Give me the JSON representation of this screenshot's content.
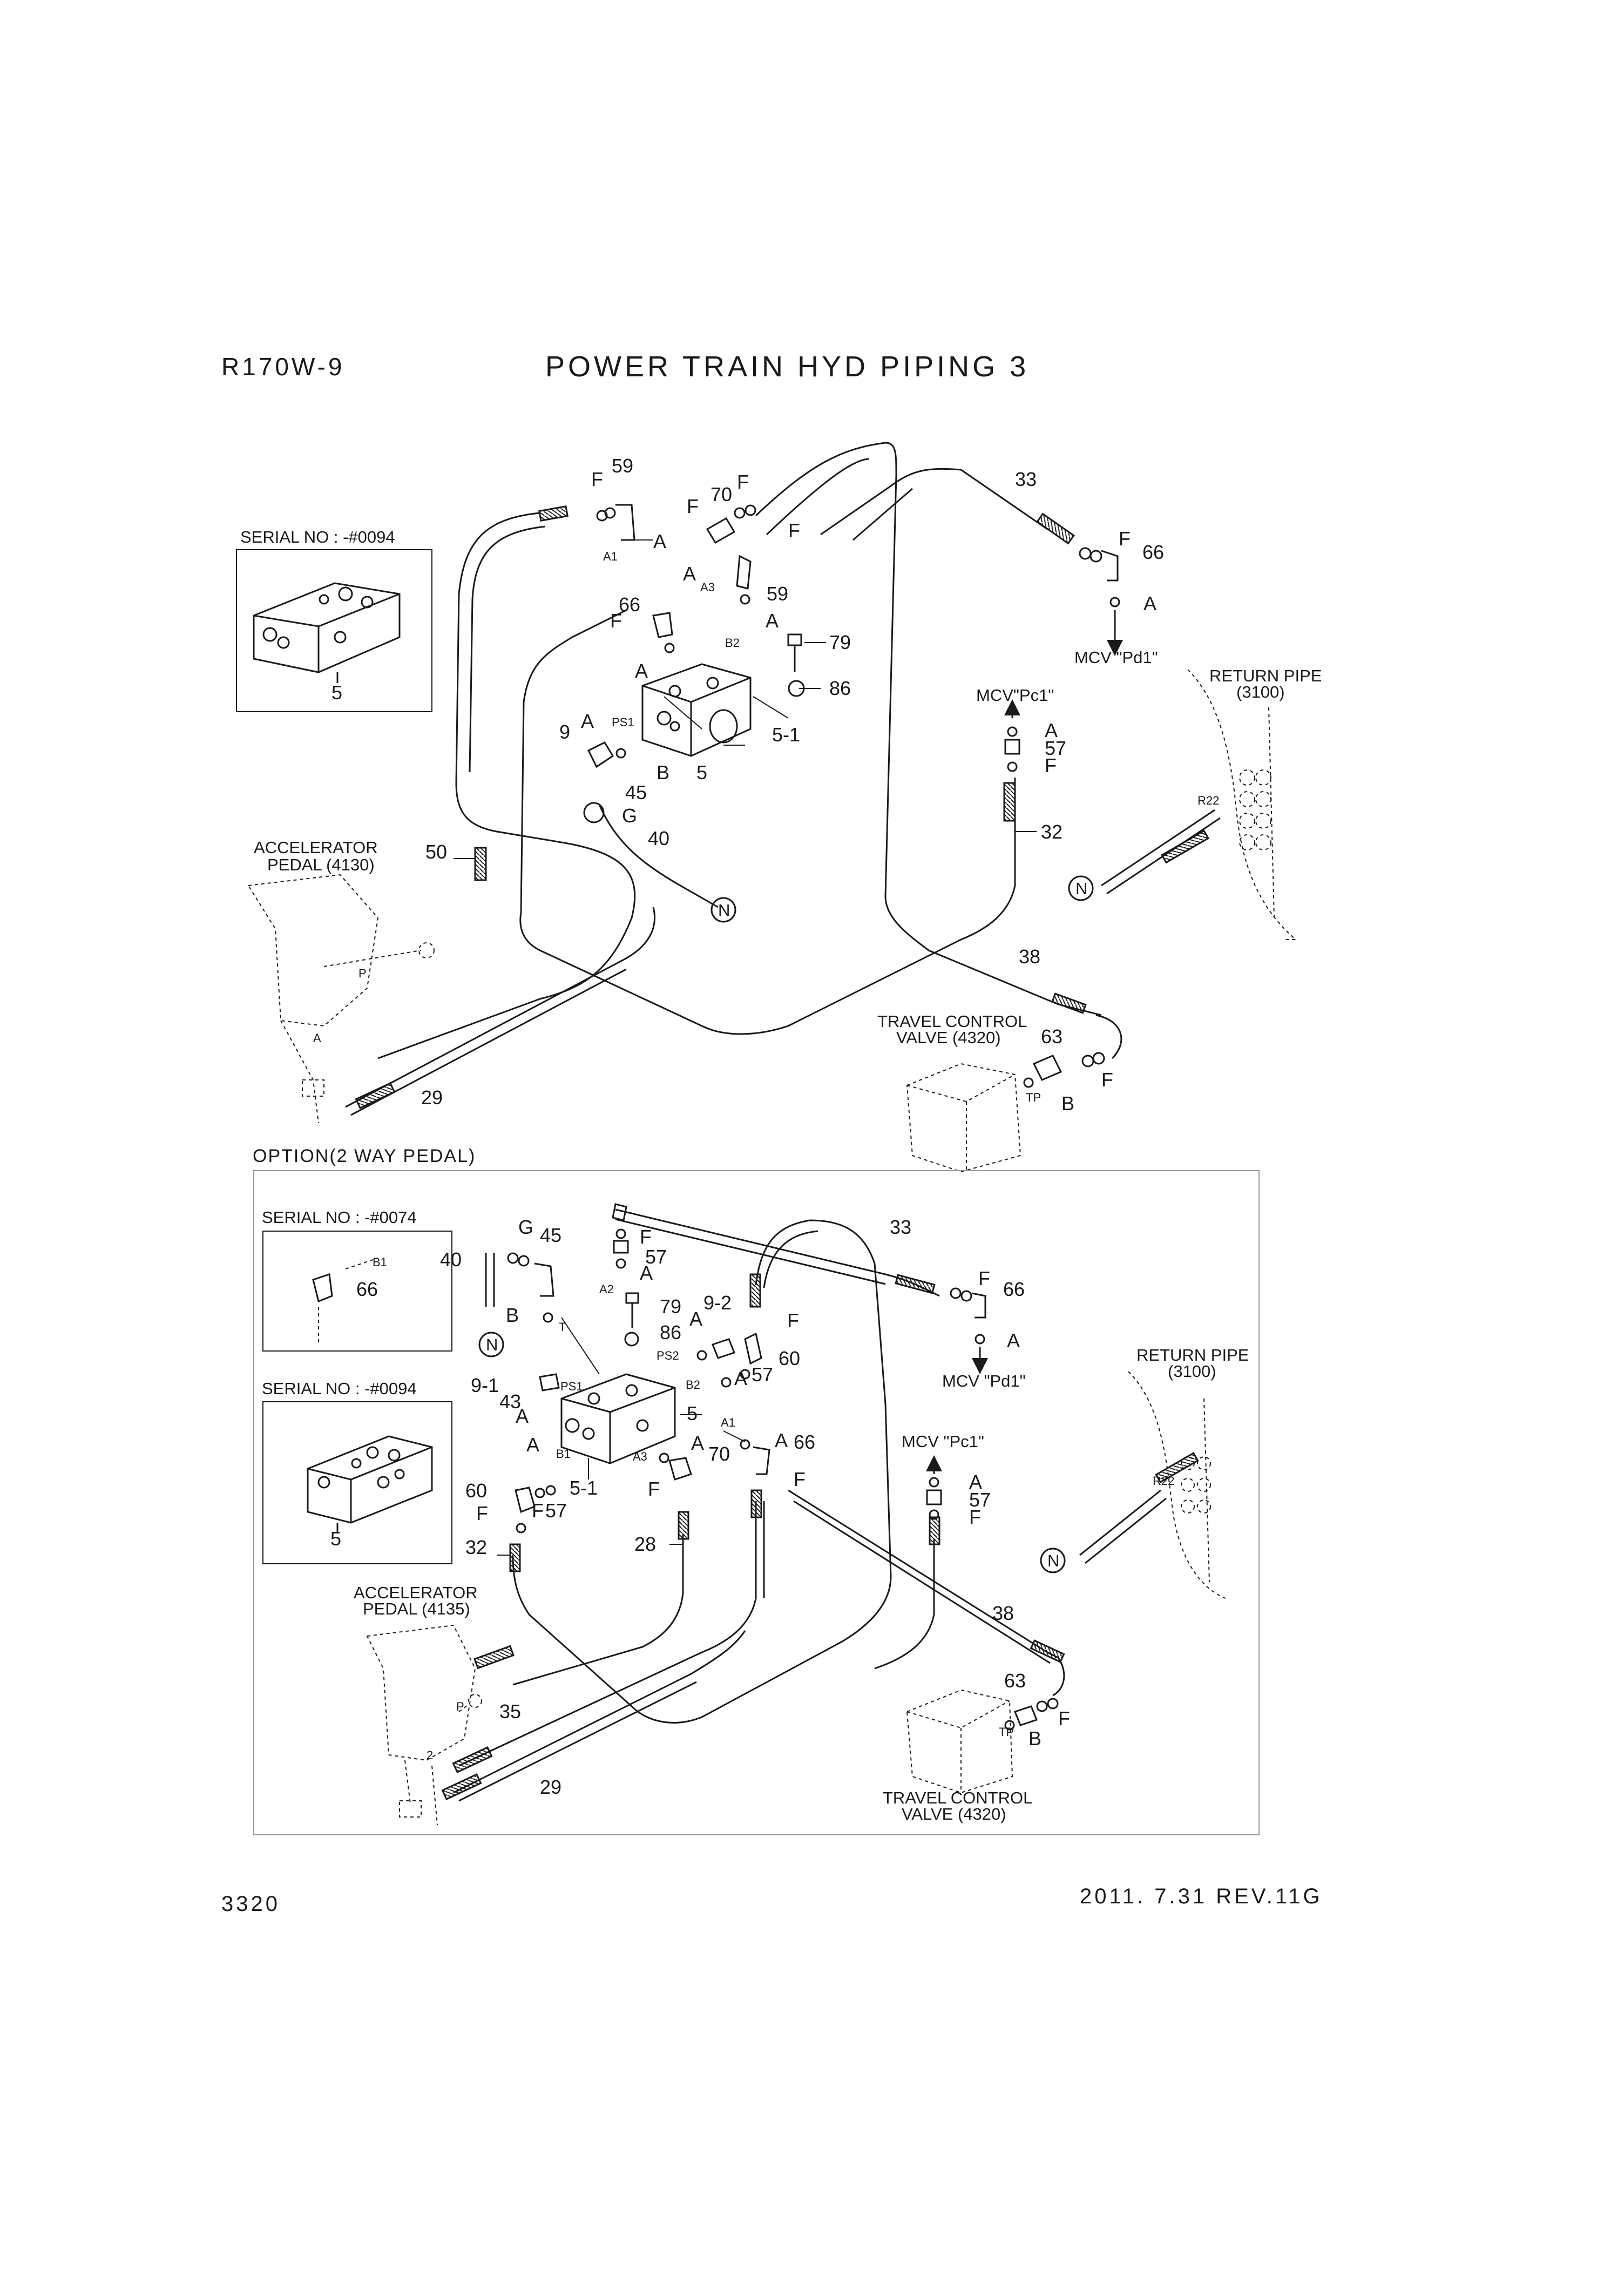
{
  "header": {
    "model": "R170W-9",
    "title": "POWER TRAIN HYD PIPING 3"
  },
  "footer": {
    "page_no": "3320",
    "date_rev": "2011. 7.31  REV.11G"
  },
  "top": {
    "inset_serial": "SERIAL NO : -#0094",
    "inset_part": "5",
    "accel_label_1": "ACCELERATOR",
    "accel_label_2": "PEDAL (4130)",
    "return_label_1": "RETURN PIPE",
    "return_label_2": "(3100)",
    "travel_label_1": "TRAVEL CONTROL",
    "travel_label_2": "VALVE (4320)",
    "mcv_pd1": "MCV \"Pd1\"",
    "mcv_pc1": "MCV\"Pc1\"",
    "callouts": {
      "n59a": "59",
      "f1": "F",
      "n70": "70",
      "f2": "F",
      "f3": "F",
      "a1": "A",
      "a1port": "A1",
      "a2": "A",
      "a3port": "A3",
      "f4": "F",
      "n59b": "59",
      "a3": "A",
      "n66a": "66",
      "f5": "F",
      "b2port": "B2",
      "a4": "A",
      "n79": "79",
      "n86": "86",
      "n5": "5",
      "n51": "5-1",
      "a5": "A",
      "ps1": "PS1",
      "n9": "9",
      "b1": "B",
      "n45": "45",
      "g1": "G",
      "n40": "40",
      "n50": "50",
      "n29": "29",
      "n33": "33",
      "f6": "F",
      "n66b": "66",
      "a6": "A",
      "a7": "A",
      "n57": "57",
      "f7": "F",
      "n32": "32",
      "r22": "R22",
      "n38": "38",
      "n63": "63",
      "f8": "F",
      "b3": "B",
      "tp": "TP",
      "p": "P",
      "apin": "A",
      "ncirc1": "N",
      "ncirc2": "N"
    }
  },
  "option": {
    "heading": "OPTION(2 WAY PEDAL)",
    "inset1_serial": "SERIAL NO : -#0074",
    "inset1_part": "66",
    "inset1_port": "B1",
    "inset2_serial": "SERIAL NO : -#0094",
    "inset2_part": "5",
    "accel_label_1": "ACCELERATOR",
    "accel_label_2": "PEDAL (4135)",
    "return_label_1": "RETURN PIPE",
    "return_label_2": "(3100)",
    "travel_label_1": "TRAVEL CONTROL",
    "travel_label_2": "VALVE (4320)",
    "mcv_pd1": "MCV \"Pd1\"",
    "mcv_pc1": "MCV \"Pc1\"",
    "callouts": {
      "g": "G",
      "n45": "45",
      "n40": "40",
      "f1": "F",
      "n57a": "57",
      "a1": "A",
      "a2port": "A2",
      "b1": "B",
      "t": "T",
      "n79": "79",
      "n86": "86",
      "n92": "9-2",
      "a2": "A",
      "f2": "F",
      "ps2": "PS2",
      "n60a": "60",
      "a3": "A",
      "n57b": "57",
      "b2port": "B2",
      "n91": "9-1",
      "n43": "43",
      "a4": "A",
      "ps1": "PS1",
      "n5": "5",
      "a1port": "A1",
      "a5": "A",
      "n66a": "66",
      "f3": "F",
      "a3port": "A3",
      "a6": "A",
      "n70": "70",
      "f4": "F",
      "a7": "A",
      "b1port": "B1",
      "n51": "5-1",
      "n60b": "60",
      "f5": "F",
      "f6": "F",
      "n57c": "57",
      "n32": "32",
      "n28": "28",
      "n33": "33",
      "f7": "F",
      "n66b": "66",
      "a8": "A",
      "a9": "A",
      "n57d": "57",
      "f8": "F",
      "r22": "R22",
      "n38": "38",
      "n63": "63",
      "f9": "F",
      "b3": "B",
      "tp": "TP",
      "n35": "35",
      "n29": "29",
      "p": "P",
      "two": "2",
      "ncirc1": "N",
      "ncirc2": "N"
    }
  }
}
